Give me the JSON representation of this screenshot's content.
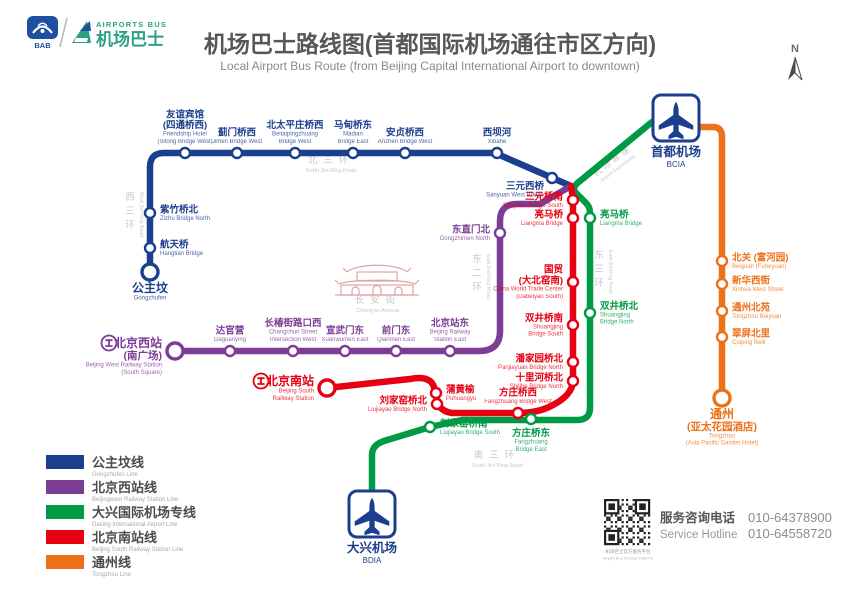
{
  "header": {
    "logo_bab": "BAB",
    "logo_brand_en": "AIRPORTS BUS",
    "logo_brand_zh": "机场巴士",
    "title_zh": "机场巴士路线图(首都国际机场通往市区方向)",
    "title_en": "Local Airport Bus Route (from Beijing Capital International Airport to downtown)",
    "compass": "N"
  },
  "airports": {
    "bcia": {
      "zh": "首都机场",
      "code": "BCIA"
    },
    "bdia": {
      "zh": "大兴机场",
      "code": "BDIA"
    }
  },
  "lines": [
    {
      "id": "gongzhufen",
      "name_zh": "公主坟线",
      "name_en": "Gongzhufen Line",
      "color": "#1c3e8e",
      "stations": [
        {
          "zh": "公主坟",
          "en": "Gongzhufen"
        },
        {
          "zh": "航天桥",
          "en": "Hangtian Bridge"
        },
        {
          "zh": "紫竹桥北",
          "en": "Zizhu Bridge North"
        },
        {
          "zh": "友谊宾馆\n(四通桥西)",
          "en": "Friendship Hotel\n(Sitong Bridge West)"
        },
        {
          "zh": "蓟门桥西",
          "en": "Jimen Bridge West"
        },
        {
          "zh": "北太平庄桥西",
          "en": "Beitaipingzhuang\nBridge West"
        },
        {
          "zh": "马甸桥东",
          "en": "Madian\nBridge East"
        },
        {
          "zh": "安贞桥西",
          "en": "Anzhen Bridge West"
        },
        {
          "zh": "西坝河",
          "en": "Xibahe"
        },
        {
          "zh": "三元西桥",
          "en": "Sanyuan West Bridge"
        }
      ]
    },
    {
      "id": "beijing-west",
      "name_zh": "北京西站线",
      "name_en": "Beijingwest Railway Station Line",
      "color": "#7c3d97",
      "stations": [
        {
          "zh": "北京西站\n(南广场)",
          "en": "Beijing West Railway Station\n(South Square)"
        },
        {
          "zh": "达官营",
          "en": "Daguanying"
        },
        {
          "zh": "长椿街路口西",
          "en": "Changchun Street\nIntersection West"
        },
        {
          "zh": "宣武门东",
          "en": "Xuanwumen East"
        },
        {
          "zh": "前门东",
          "en": "Qianmen East"
        },
        {
          "zh": "北京站东",
          "en": "Beijing Railway\nStation East"
        },
        {
          "zh": "东直门北",
          "en": "Dongzhimen North"
        }
      ]
    },
    {
      "id": "daxing-airport",
      "name_zh": "大兴国际机场专线",
      "name_en": "Daxing International Airport Line",
      "color": "#009944",
      "stations": [
        {
          "zh": "亮马桥",
          "en": "Liangma Bridge"
        },
        {
          "zh": "双井桥北",
          "en": "Shuangjing\nBridge North"
        },
        {
          "zh": "方庄桥东",
          "en": "Fangzhuang\nBridge East"
        },
        {
          "zh": "刘家窑桥南",
          "en": "Liujiayao Bridge South"
        }
      ]
    },
    {
      "id": "beijing-south",
      "name_zh": "北京南站线",
      "name_en": "Beijing South Railway Station Line",
      "color": "#e60012",
      "stations": [
        {
          "zh": "北京南站",
          "en": "Beijing South\nRailway Station"
        },
        {
          "zh": "蒲黄榆",
          "en": "Puhuangyu"
        },
        {
          "zh": "刘家窑桥北",
          "en": "Liujiayao Bridge North"
        },
        {
          "zh": "方庄桥西",
          "en": "Fangzhuang Bridge West"
        },
        {
          "zh": "十里河桥北",
          "en": "Shilihe Bridge North"
        },
        {
          "zh": "潘家园桥北",
          "en": "Panjiayuan Bridge North"
        },
        {
          "zh": "双井桥南",
          "en": "Shuangjing\nBridge South"
        },
        {
          "zh": "国贸\n(大北窑南)",
          "en": "China World Trade Center\n(Dabeiyao South)"
        },
        {
          "zh": "亮马桥",
          "en": "Liangma Bridge"
        },
        {
          "zh": "三元桥南",
          "en": "Sanyuan Bridge South"
        }
      ]
    },
    {
      "id": "tongzhou",
      "name_zh": "通州线",
      "name_en": "Tongzhou Line",
      "color": "#ed7118",
      "stations": [
        {
          "zh": "北关 (富河园)",
          "en": "Beiguan (Fuheyuan)"
        },
        {
          "zh": "新华西街",
          "en": "Xinhua West Street"
        },
        {
          "zh": "通州北苑",
          "en": "Tongzhou Beiyuan"
        },
        {
          "zh": "翠屏北里",
          "en": "Cuiping Beili"
        },
        {
          "zh": "通州\n(亚太花园酒店)",
          "en": "Tongzhou\n(Asia Pacific Garden Hotel)"
        }
      ]
    }
  ],
  "roads": [
    {
      "zh": "北三环",
      "en": "North 3rd Ring Road"
    },
    {
      "zh": "西三环",
      "en": "West 3rd Ring Road"
    },
    {
      "zh": "东二环",
      "en": "East 2nd Ring Road"
    },
    {
      "zh": "东三环",
      "en": "East 3rd Ring Road"
    },
    {
      "zh": "南三环",
      "en": "South 3rd Ring Road"
    },
    {
      "zh": "长安街",
      "en": "Chang'an Avenue"
    },
    {
      "zh": "机场高速",
      "en": "Airport Expressway"
    }
  ],
  "footer": {
    "qr_caption_zh": "机场巴士官方服务平台",
    "qr_caption_en": "Airport Bus Service Platform",
    "service_zh": "服务咨询电话",
    "service_en": "Service Hotline",
    "phone_1": "010-64378900",
    "phone_2": "010-64558720"
  }
}
